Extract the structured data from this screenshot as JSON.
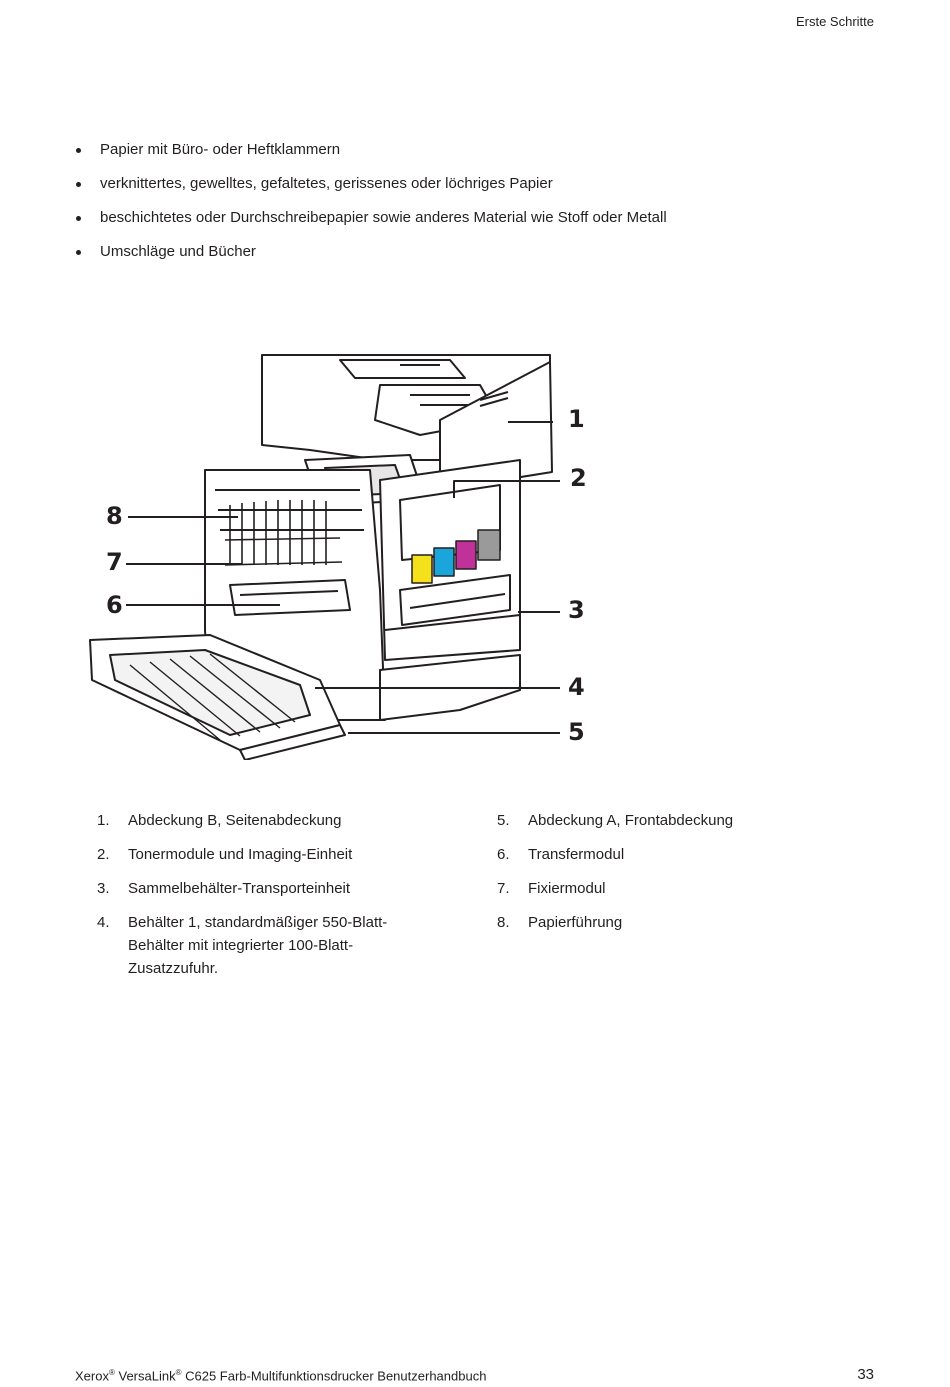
{
  "header": {
    "section": "Erste Schritte"
  },
  "bullets": [
    "Papier mit Büro- oder Heftklammern",
    "verknittertes, gewelltes, gefaltetes, gerissenes oder löchriges Papier",
    "beschichtetes oder Durchschreibepapier sowie anderes Material wie Stoff oder Metall",
    "Umschläge und Bücher"
  ],
  "figure": {
    "callouts": [
      "1",
      "2",
      "3",
      "4",
      "5",
      "6",
      "7",
      "8"
    ],
    "toner_colors": [
      "#f4e11c",
      "#1aa6db",
      "#c0319a",
      "#9a9a9a"
    ]
  },
  "legend": {
    "left": [
      {
        "num": "1.",
        "text": "Abdeckung B, Seitenabdeckung"
      },
      {
        "num": "2.",
        "text": "Tonermodule und Imaging-Einheit"
      },
      {
        "num": "3.",
        "text": "Sammelbehälter-Transporteinheit"
      },
      {
        "num": "4.",
        "text": "Behälter 1, standardmäßiger 550-Blatt-Behälter mit integrierter 100-Blatt-Zusatzzufuhr."
      }
    ],
    "right": [
      {
        "num": "5.",
        "text": "Abdeckung A, Frontabdeckung"
      },
      {
        "num": "6.",
        "text": "Transfermodul"
      },
      {
        "num": "7.",
        "text": "Fixiermodul"
      },
      {
        "num": "8.",
        "text": "Papierführung"
      }
    ]
  },
  "footer": {
    "brand": "Xerox",
    "reg": "®",
    "product": " VersaLink",
    "rest": " C625 Farb-Multifunktionsdrucker Benutzerhandbuch",
    "page_number": "33"
  }
}
